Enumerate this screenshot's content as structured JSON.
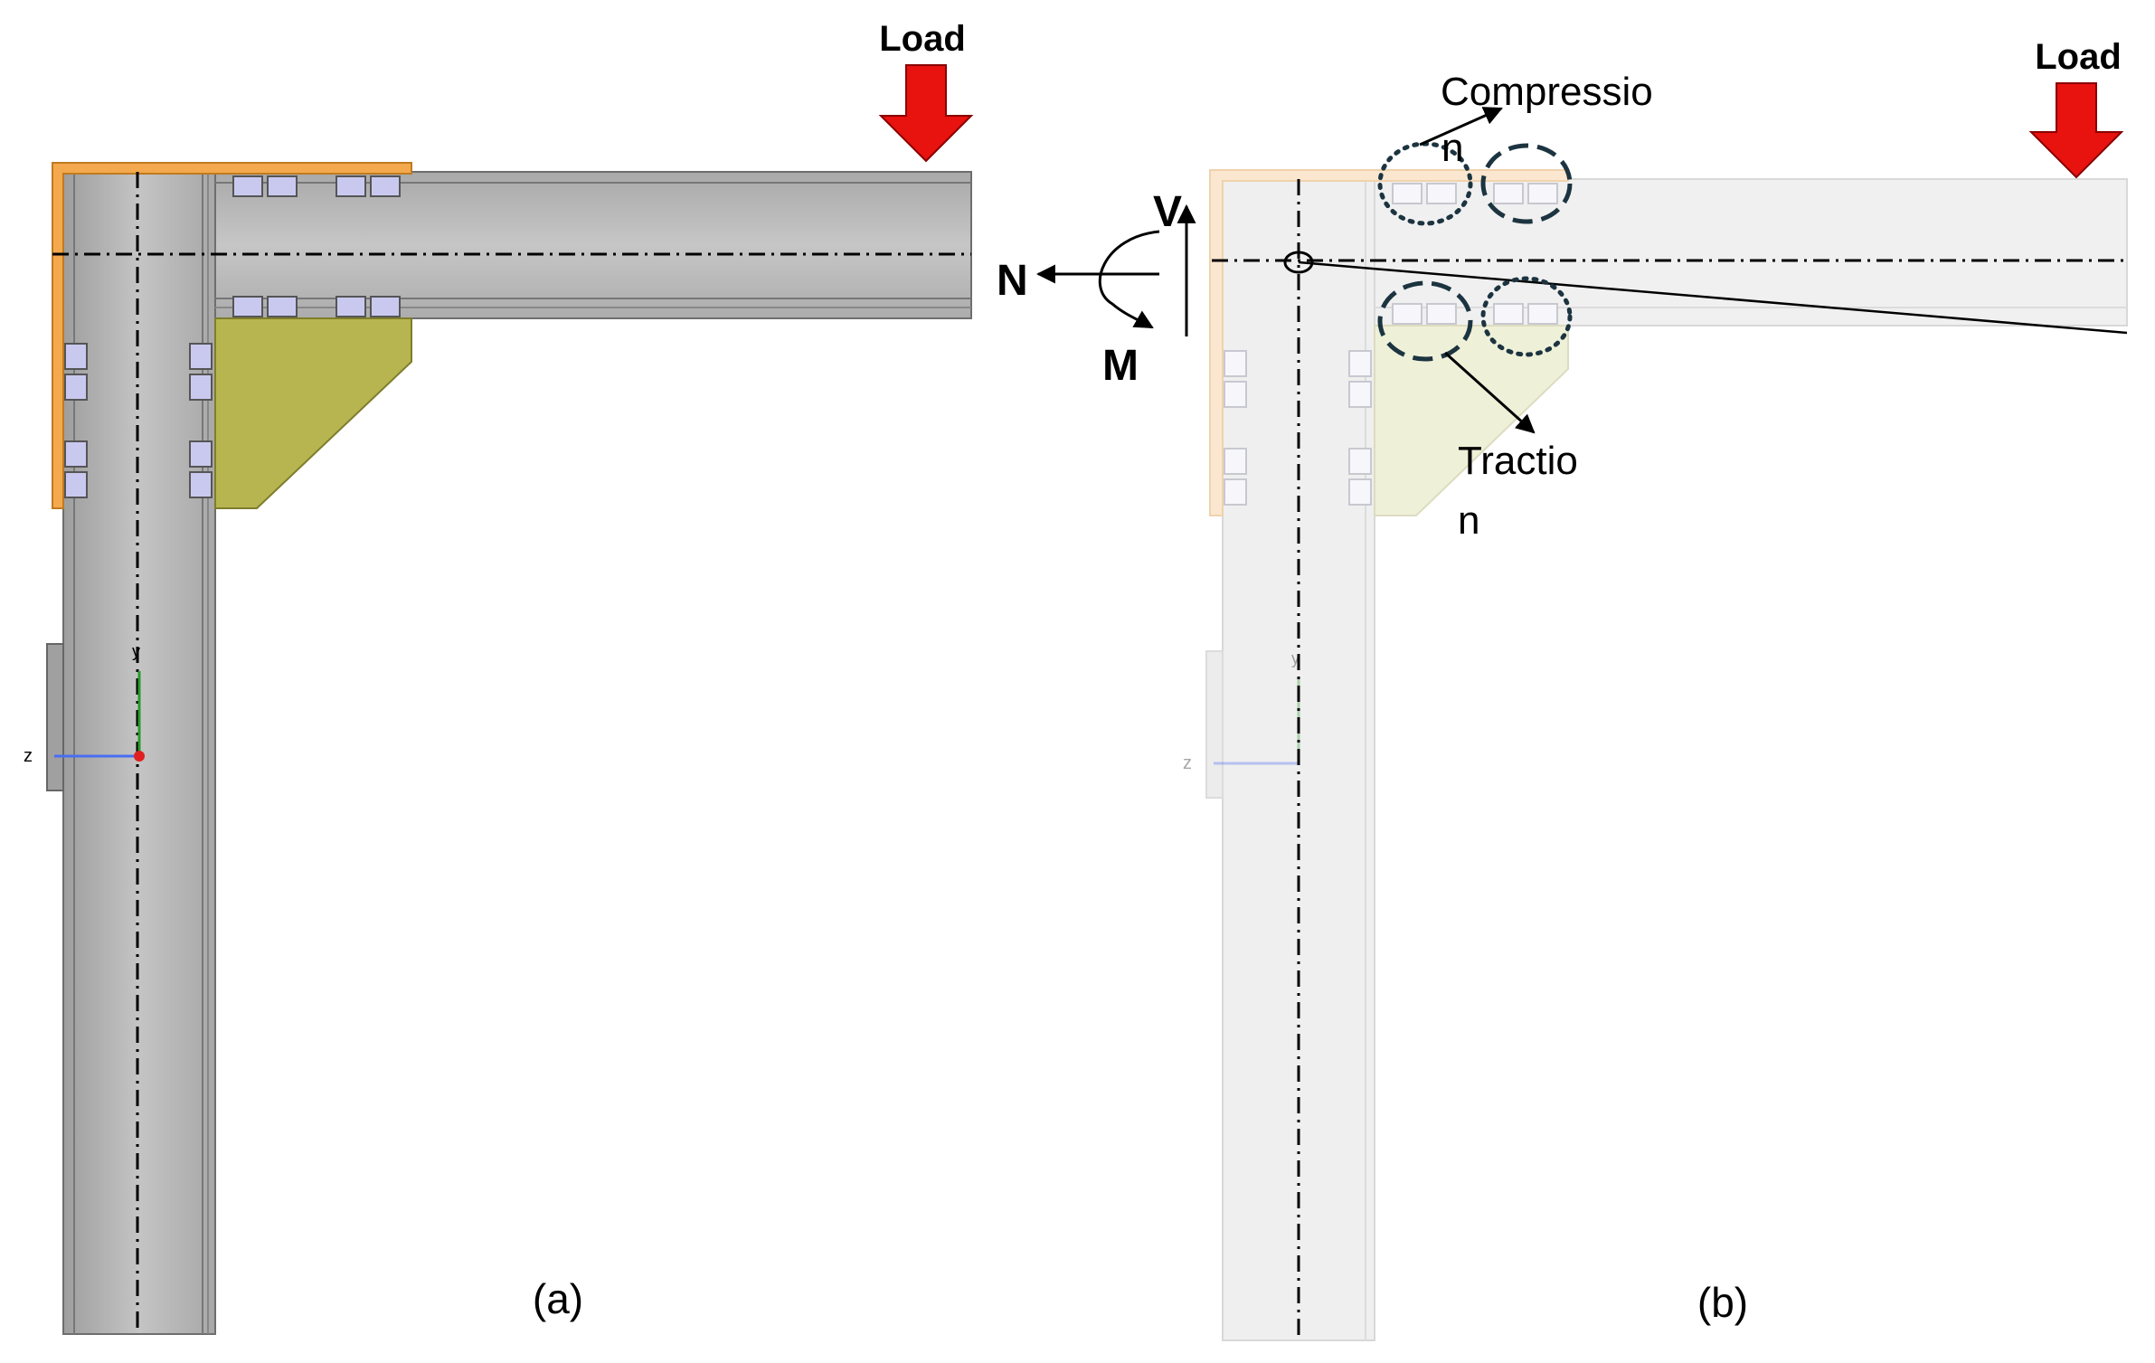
{
  "panel_a": {
    "load_label": "Load",
    "caption": "(a)",
    "axis_y": "y",
    "axis_z": "z"
  },
  "panel_b": {
    "load_label": "Load",
    "caption": "(b)",
    "force_V": "V",
    "force_N": "N",
    "moment_M": "M",
    "compression_line1": "Compressio",
    "compression_line2": "n",
    "traction_line1": "Tractio",
    "traction_line2": "n",
    "axis_y": "y",
    "axis_z": "z"
  },
  "colors": {
    "steel": "#b8b8b8",
    "steel_dark": "#8c8c8c",
    "end_plate": "#f4a94e",
    "stiffener": "#b7b550",
    "bolt": "#c9c9f0",
    "load_arrow": "#e8120f",
    "circle_stroke": "#1c3440"
  }
}
